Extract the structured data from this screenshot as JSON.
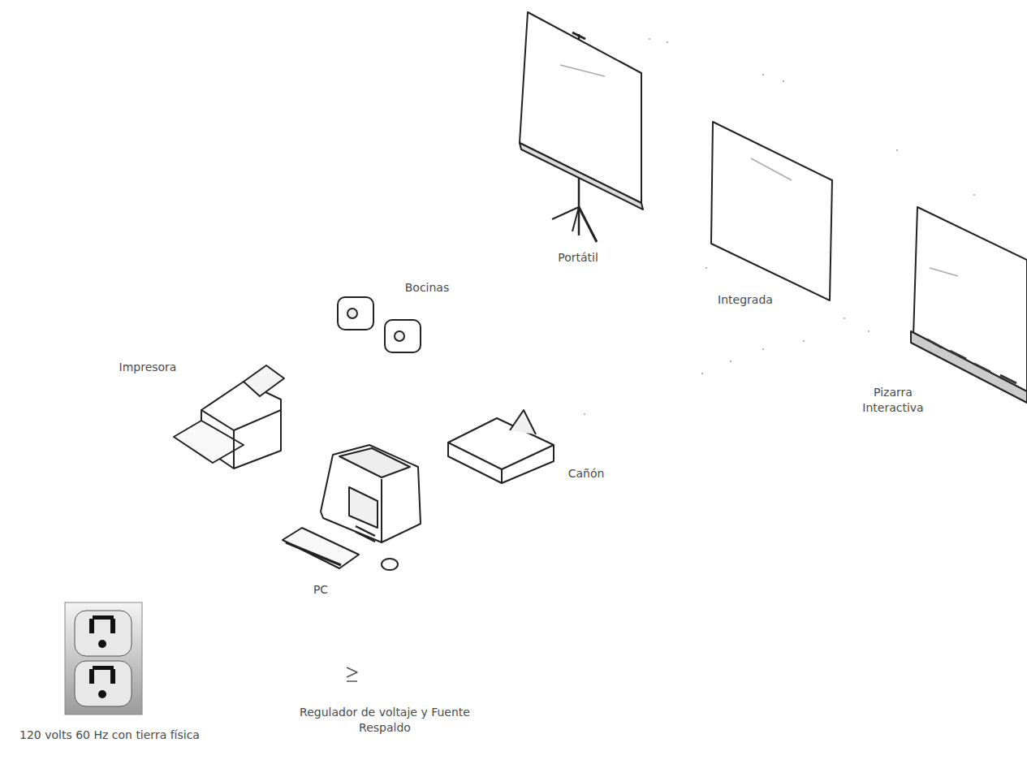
{
  "diagram": {
    "labels": [
      "Portátil",
      "Integrada",
      "Pizarra Interactiva",
      "Bocinas",
      "Impresora",
      "Cañón",
      "PC",
      "Regulador de voltaje y Fuente Respaldo",
      "120 volts 60 Hz con tierra física"
    ]
  }
}
